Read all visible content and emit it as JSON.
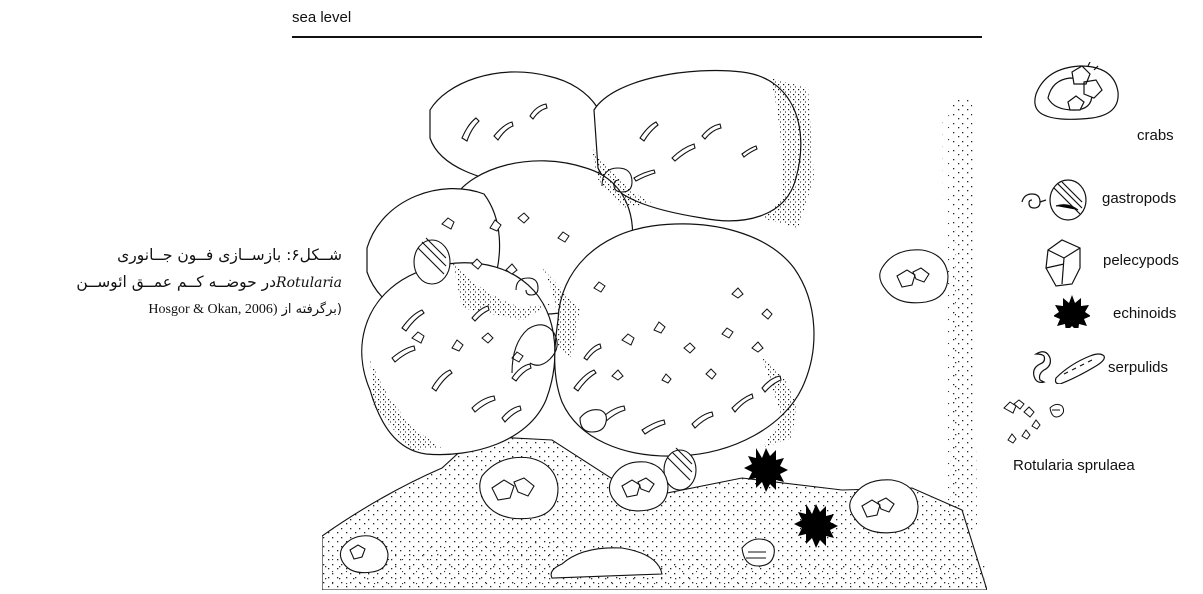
{
  "caption": {
    "line1": "شــکل۶: بازســازی فــون جــانوری",
    "line2_latin": "Rotularia",
    "line2_rest": "در حوضــه کــم عمــق ائوســن",
    "line3_prefix": "(برگرفته از ",
    "line3_citation": "Hosgor & Okan, 2006)"
  },
  "diagram": {
    "sea_level_label": "sea level"
  },
  "legend": [
    {
      "icon": "crab-icon",
      "label": "crabs"
    },
    {
      "icon": "gastropod-icon",
      "label": "gastropods"
    },
    {
      "icon": "pelecypod-icon",
      "label": "pelecypods"
    },
    {
      "icon": "echinoid-icon",
      "label": "echinoids"
    },
    {
      "icon": "serpulid-icon",
      "label": "serpulids"
    },
    {
      "icon": "rotularia-icon",
      "label": "Rotularia sprulaea"
    }
  ]
}
